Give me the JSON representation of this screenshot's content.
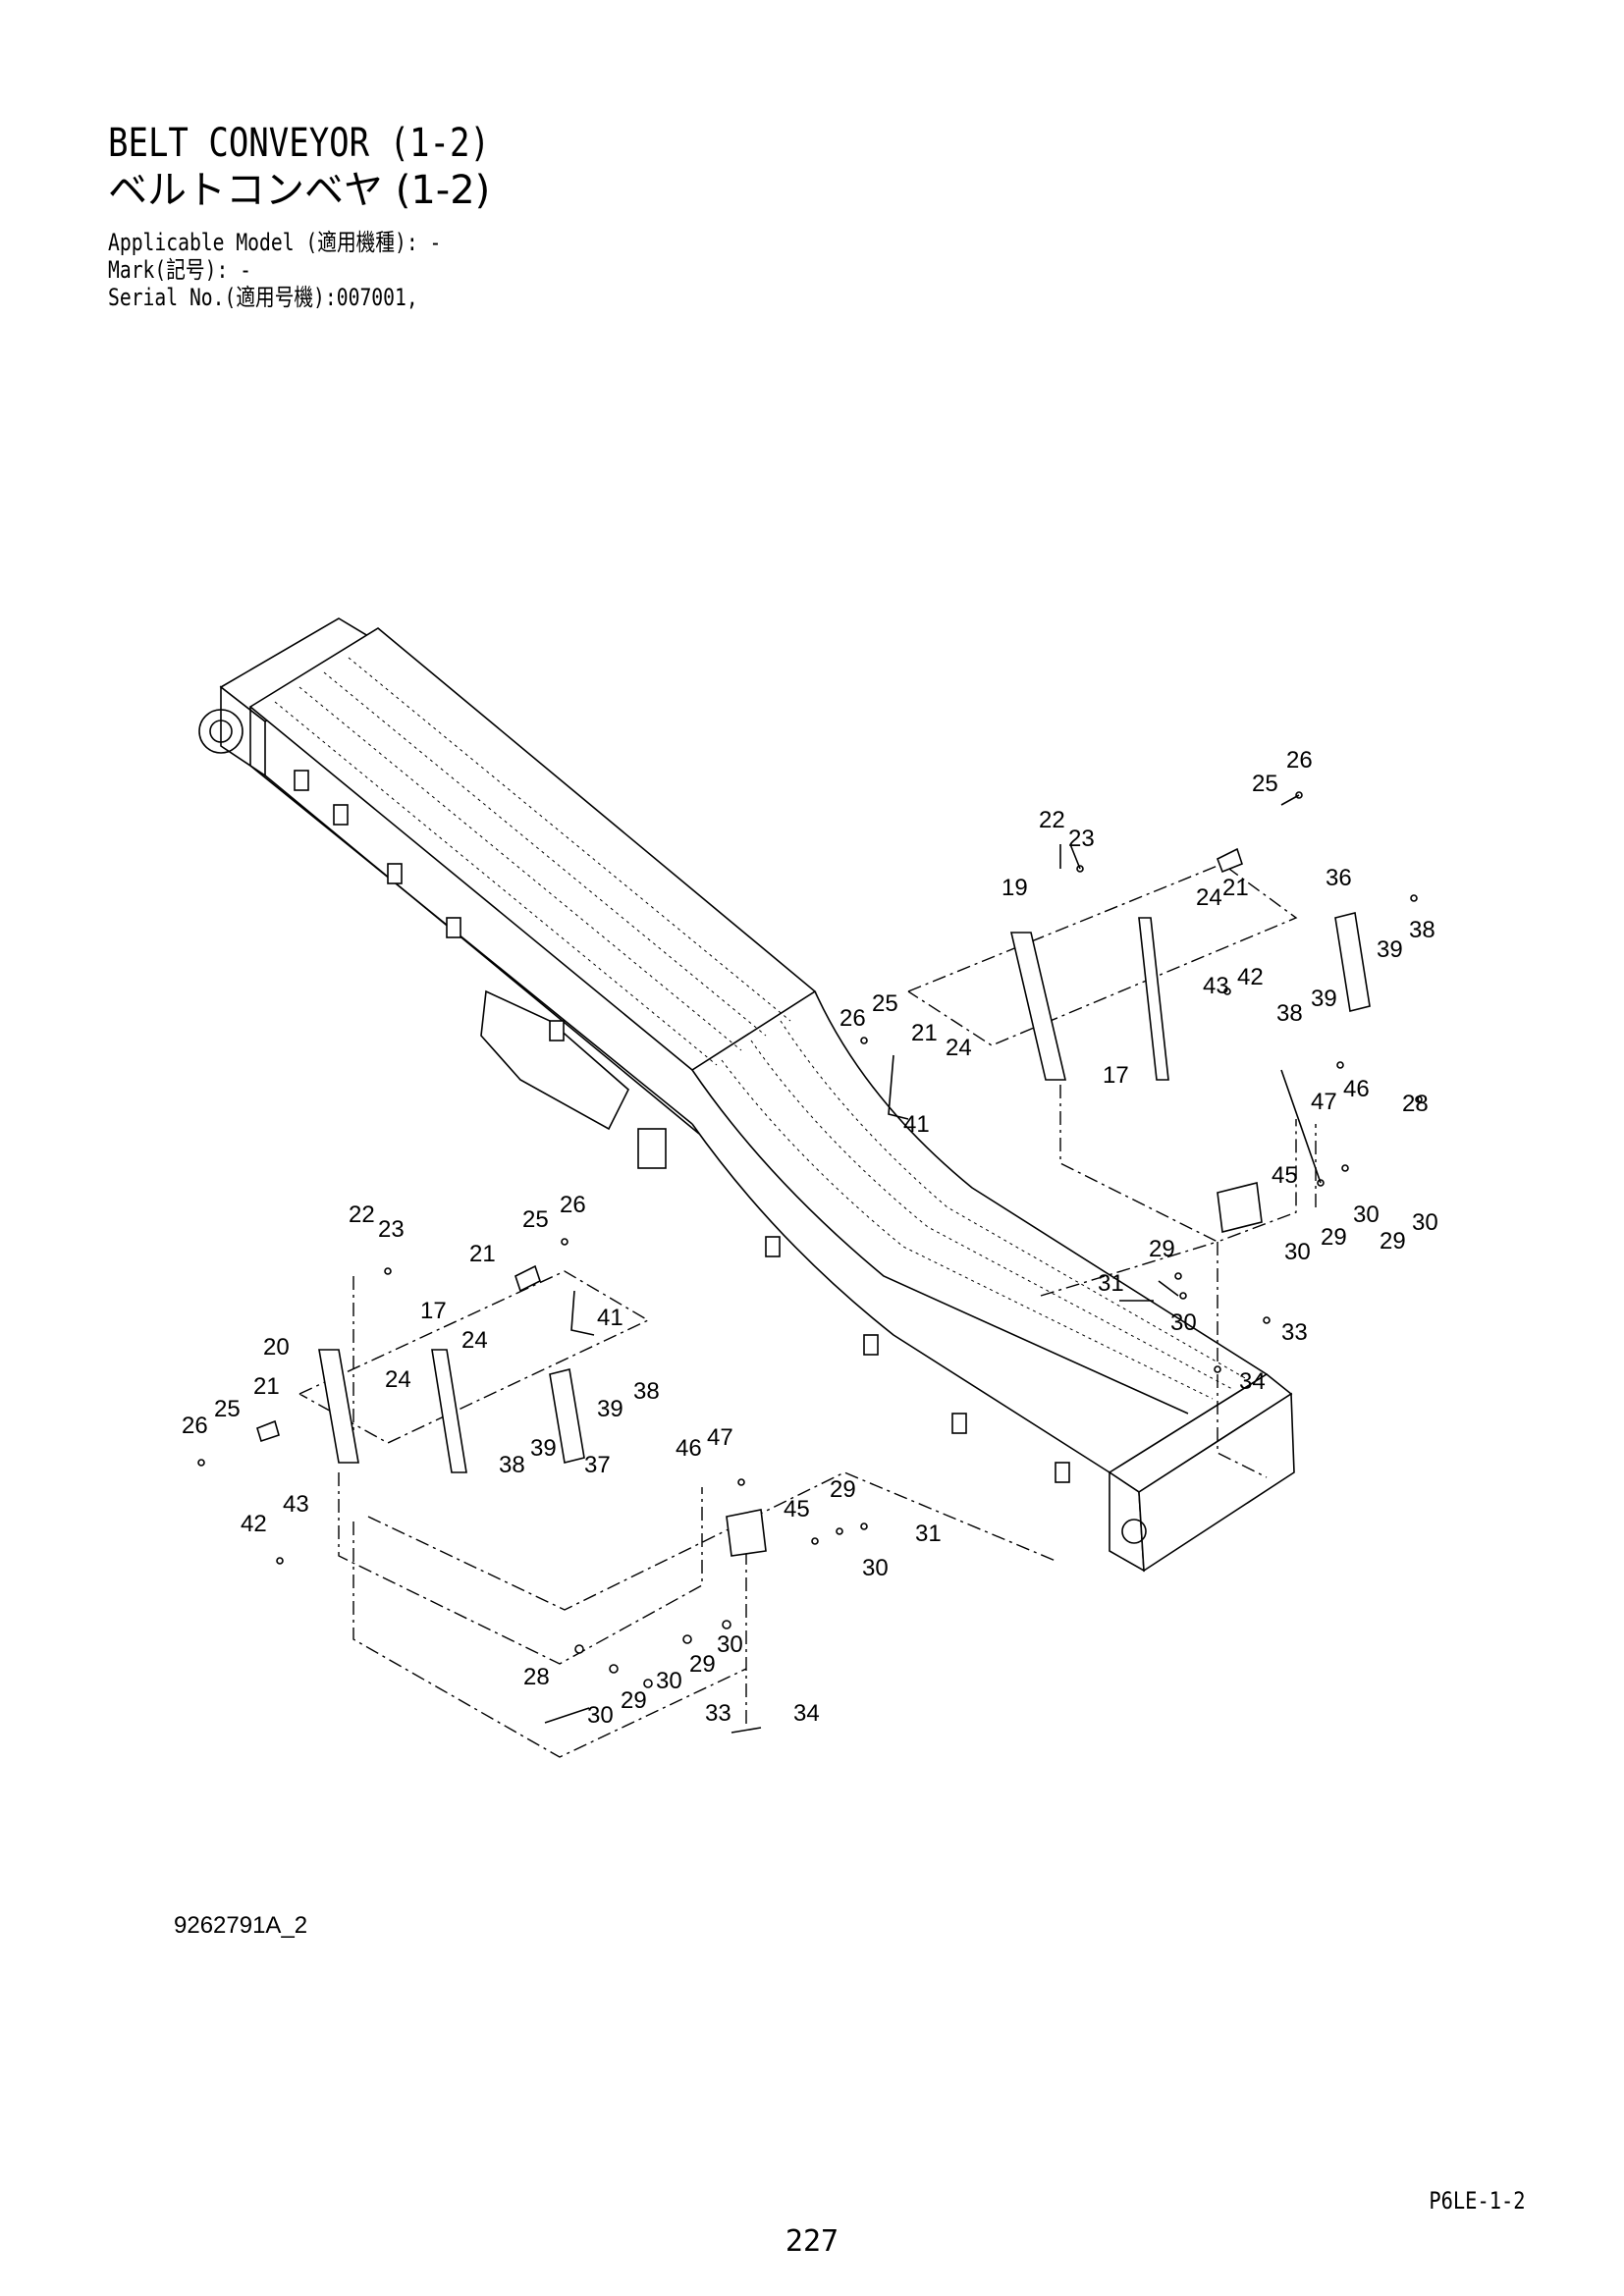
{
  "header": {
    "title_en": "BELT CONVEYOR (1-2)",
    "title_ja": "ベルトコンベヤ (1-2)",
    "applicable_model": "Applicable Model (適用機種): -",
    "mark": "Mark(記号): -",
    "serial_no": "Serial No.(適用号機):007001,"
  },
  "drawing_number": "9262791A_2",
  "page_code": "P6LE-1-2",
  "page_number": "227",
  "callouts": {
    "right_assembly": [
      "26",
      "25",
      "22",
      "23",
      "24",
      "21",
      "19",
      "36",
      "38",
      "39",
      "38",
      "39",
      "43",
      "42",
      "26",
      "25",
      "21",
      "24",
      "17",
      "41",
      "47",
      "46",
      "28",
      "45",
      "30",
      "29",
      "30",
      "29",
      "30",
      "29",
      "31",
      "30",
      "33",
      "34"
    ],
    "left_assembly": [
      "22",
      "23",
      "25",
      "26",
      "21",
      "41",
      "17",
      "20",
      "24",
      "21",
      "24",
      "38",
      "25",
      "26",
      "39",
      "38",
      "39",
      "37",
      "46",
      "47",
      "42",
      "43",
      "45",
      "29",
      "31",
      "30",
      "28",
      "30",
      "29",
      "30",
      "29",
      "30",
      "33",
      "34"
    ]
  }
}
